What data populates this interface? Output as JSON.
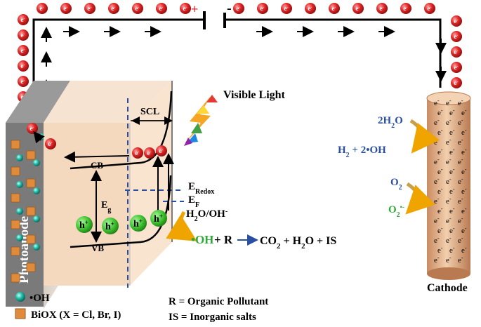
{
  "circuit": {
    "electron_symbol": "e",
    "electron_sup": "-",
    "plus_sign": "+",
    "minus_sign": "-",
    "wire_color": "#000000",
    "electron_color": "#d62a2a"
  },
  "photoanode": {
    "label": "Photoanode",
    "face_color": "#5f5f5f",
    "particles_legend": [
      "•OH",
      "BiOX (X = Cl, Br, I)"
    ]
  },
  "band_diagram": {
    "cb_label": "CB",
    "vb_label": "VB",
    "eg_label": "E",
    "eg_sub": "g",
    "scl_label": "SCL",
    "hole_label": "h",
    "hole_sup": "+",
    "eredox_label": "E",
    "eredox_sub": "Redox",
    "ef_label": "E",
    "ef_sub": "F",
    "couple_label": "H",
    "couple_sub": "2",
    "couple_rest": "O/OH",
    "couple_sup": "-",
    "region_color": "#f7dcc2",
    "hole_color": "#4ccd3b"
  },
  "light": {
    "label": "Visible Light"
  },
  "reaction": {
    "oh_radical": "•OH",
    "plus_r": " + R",
    "products_co2": "CO",
    "products_co2_sub": "2",
    "products_mid": " + H",
    "products_h2o_sub": "2",
    "products_end": "O + IS"
  },
  "cathode": {
    "label": "Cathode",
    "water": "2H",
    "water_sub": "2",
    "water_end": "O",
    "h2": "H",
    "h2_sub": "2",
    "h2_end": " + 2",
    "oh_minus": "•OH",
    "o2": "O",
    "o2_sub": "2",
    "superoxide": "O",
    "superoxide_sub": "2",
    "superoxide_sup": "•-",
    "blue_color": "#2a4fa0",
    "green_color": "#2fa83a"
  },
  "legend": {
    "oh_item": "•OH",
    "biox_item": "BiOX (X = Cl, Br, I)",
    "r_def": "R = Organic Pollutant",
    "is_def": "IS = Inorganic salts"
  }
}
